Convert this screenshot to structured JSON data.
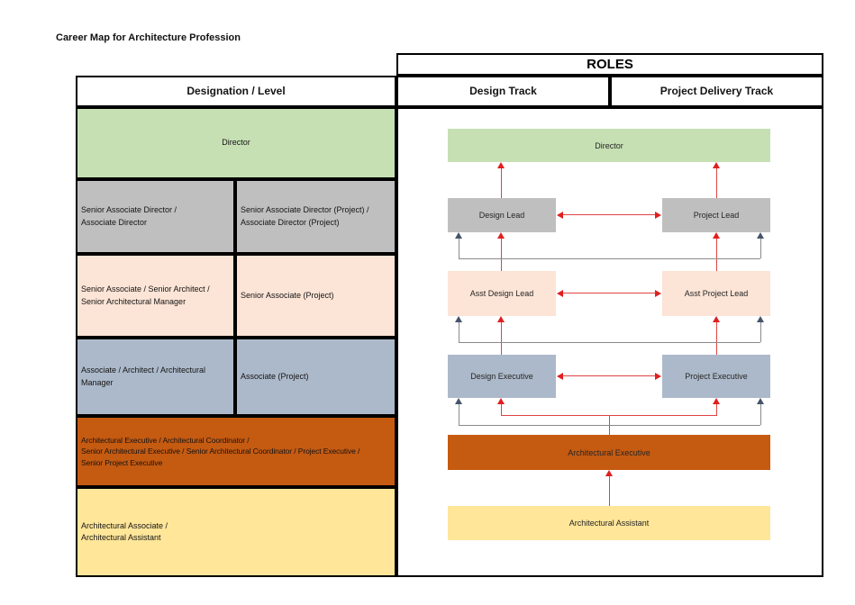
{
  "title": "Career Map for Architecture Profession",
  "headers": {
    "designation": "Designation / Level",
    "roles": "ROLES",
    "design_track": "Design Track",
    "project_track": "Project Delivery Track"
  },
  "levels": [
    {
      "id": "director",
      "color": "#c6e0b4",
      "full": "Director"
    },
    {
      "id": "senior-associate-director",
      "color": "#bfbfbf",
      "design": "Senior Associate Director /\nAssociate Director",
      "project": "Senior Associate Director (Project) /\nAssociate Director (Project)"
    },
    {
      "id": "senior-associate",
      "color": "#fce4d6",
      "design": "Senior Associate / Senior Architect /\nSenior Architectural Manager",
      "project": "Senior Associate (Project)"
    },
    {
      "id": "associate",
      "color": "#acb9ca",
      "design": "Associate / Architect / Architectural\nManager",
      "project": "Associate (Project)"
    },
    {
      "id": "architectural-executive",
      "color": "#c55a11",
      "full": "Architectural Executive / Architectural Coordinator /\nSenior Architectural Executive / Senior Architectural Coordinator / Project Executive /\nSenior Project Executive"
    },
    {
      "id": "architectural-associate",
      "color": "#ffe699",
      "full": "Architectural Associate /\nArchitectural Assistant"
    }
  ],
  "flowchart": {
    "nodes": {
      "director": "Director",
      "design_lead": "Design Lead",
      "project_lead": "Project Lead",
      "asst_design_lead": "Asst Design Lead",
      "asst_project_lead": "Asst Project Lead",
      "design_executive": "Design Executive",
      "project_executive": "Project Executive",
      "architectural_executive": "Architectural Executive",
      "architectural_assistant": "Architectural Assistant"
    }
  },
  "palette": {
    "director_green": "#c6e0b4",
    "lead_gray": "#bfbfbf",
    "asst_lead_peach": "#fce4d6",
    "executive_blue": "#acb9ca",
    "architectural_executive_orange": "#c55a11",
    "architectural_assistant_yellow": "#ffe699",
    "promotion_arrow_red": "#e01f1f",
    "crossover_line_gray": "#8a8a8a",
    "crossover_arrowhead": "#44546a",
    "border_black": "#000000"
  }
}
